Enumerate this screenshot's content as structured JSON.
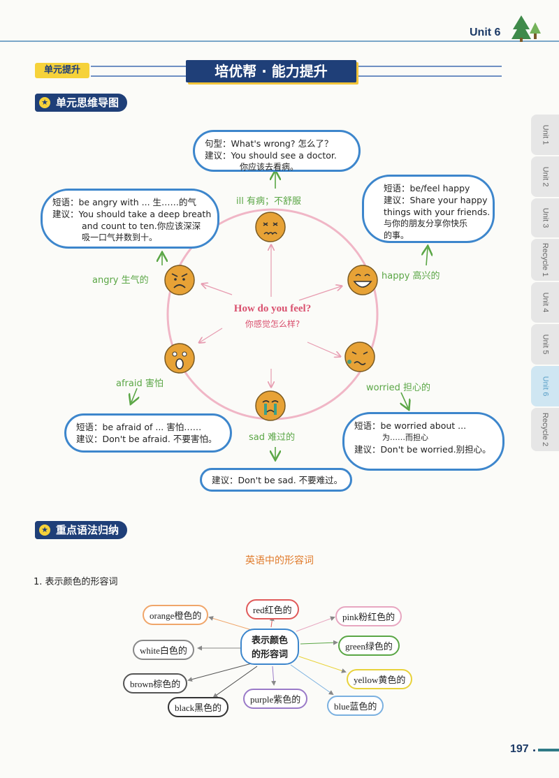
{
  "header": {
    "unit": "Unit 6"
  },
  "tags": {
    "unit_up": "单元提升",
    "banner": "培优帮 · 能力提升"
  },
  "sections": {
    "mindmap": "单元思维导图",
    "grammar": "重点语法归纳"
  },
  "side_tabs": [
    "Unit 1",
    "Unit 2",
    "Unit 3",
    "Recycle 1",
    "Unit 4",
    "Unit 5",
    "Unit 6",
    "Recycle 2"
  ],
  "mindmap": {
    "center_en": "How do you feel?",
    "center_cn": "你感觉怎么样?",
    "ill": {
      "label": "ill 有病；不舒服",
      "l1": "句型：What's wrong? 怎么了？",
      "l2": "建议：You should see a doctor.",
      "l3": "你应该去看病。"
    },
    "happy": {
      "label": "happy  高兴的",
      "l1": "短语：be/feel happy",
      "l2": "建议：Share your happy",
      "l3": "things with your friends.",
      "l4": "与你的朋友分享你快乐",
      "l5": "的事。"
    },
    "angry": {
      "label": "angry  生气的",
      "l1": "短语：be angry with ... 生……的气",
      "l2": "建议：You should take a deep breath",
      "l3": "and count to ten.你应该深深",
      "l4": "吸一口气并数到十。"
    },
    "afraid": {
      "label": "afraid  害怕",
      "l1": "短语：be afraid of ... 害怕……",
      "l2": "建议：Don't be afraid. 不要害怕。"
    },
    "sad": {
      "label": "sad  难过的",
      "l1": "建议：Don't be sad. 不要难过。"
    },
    "worried": {
      "label": "worried  担心的",
      "l1": "短语：be worried about ...",
      "l2": "为……而担心",
      "l3": "建议：Don't be worried.别担心。"
    }
  },
  "grammar": {
    "title": "英语中的形容词",
    "sub": "1. 表示颜色的形容词",
    "center": [
      "表示颜色",
      "的形容词"
    ],
    "colors": {
      "orange": "orange橙色的",
      "red": "red红色的",
      "pink": "pink粉红色的",
      "white": "white白色的",
      "green": "green绿色的",
      "brown": "brown棕色的",
      "yellow": "yellow黄色的",
      "black": "black黑色的",
      "purple": "purple紫色的",
      "blue": "blue蓝色的"
    }
  },
  "footer": {
    "page": "197"
  }
}
